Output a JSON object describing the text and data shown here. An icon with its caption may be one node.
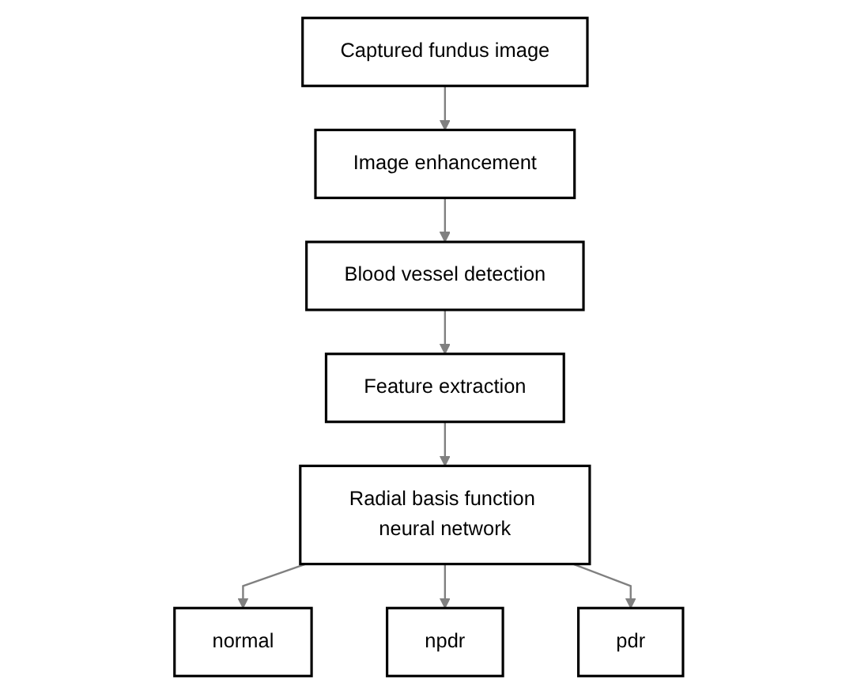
{
  "diagram": {
    "nodes": [
      {
        "text": [
          "Captured fundus image"
        ]
      },
      {
        "text": [
          "Image enhancement"
        ]
      },
      {
        "text": [
          "Blood vessel detection"
        ]
      },
      {
        "text": [
          "Feature extraction"
        ]
      },
      {
        "text": [
          "Radial basis function neural network"
        ]
      },
      {
        "text": [
          "normal"
        ]
      },
      {
        "text": [
          "npdr"
        ]
      },
      {
        "text": [
          "pdr"
        ]
      }
    ],
    "edges": [
      {
        "from": 0,
        "to": 1,
        "arrow": "to"
      },
      {
        "from": 1,
        "to": 2,
        "arrow": "to"
      },
      {
        "from": 2,
        "to": 3,
        "arrow": "to"
      },
      {
        "from": 3,
        "to": 4,
        "arrow": "to"
      },
      {
        "from": 4,
        "to": 5,
        "arrow": "to"
      },
      {
        "from": 4,
        "to": 6,
        "arrow": "to"
      },
      {
        "from": 4,
        "to": 7,
        "arrow": "to"
      }
    ]
  }
}
